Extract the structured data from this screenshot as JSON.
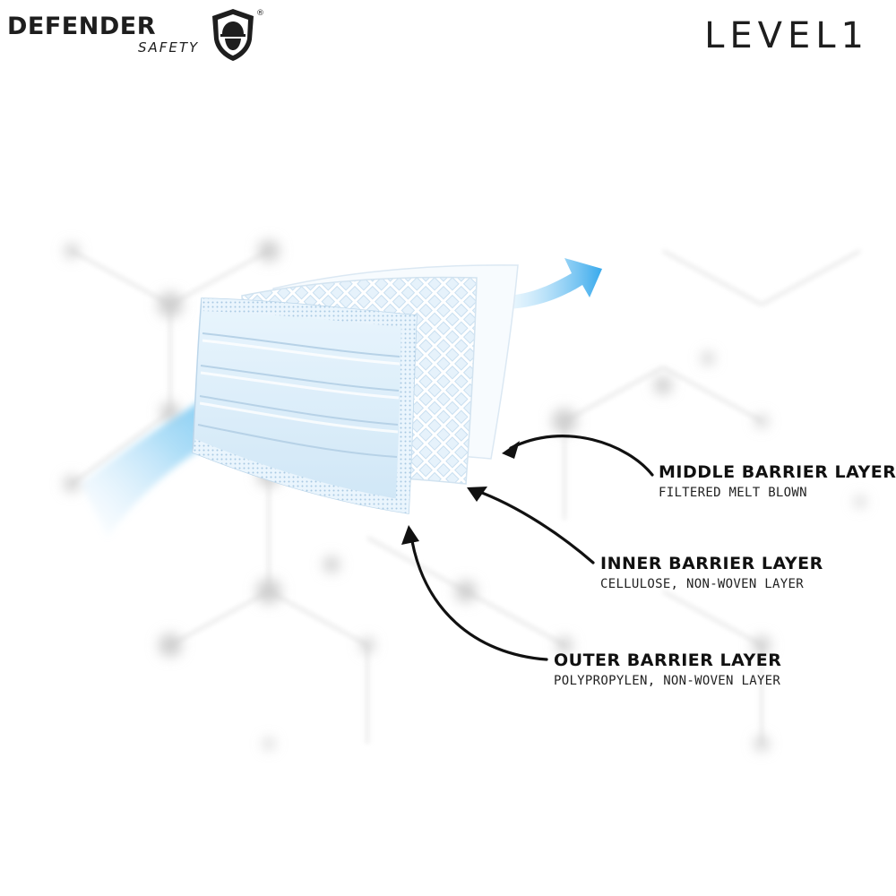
{
  "brand": {
    "name": "DEFENDER",
    "sub": "SAFETY",
    "reg": "®",
    "level": "LEVEL1"
  },
  "layers": [
    {
      "title": "MIDDLE BARRIER LAYER",
      "subtitle": "FILTERED MELT BLOWN"
    },
    {
      "title": "INNER BARRIER LAYER",
      "subtitle": "CELLULOSE, NON-WOVEN LAYER"
    },
    {
      "title": "OUTER BARRIER LAYER",
      "subtitle": "POLYPROPYLEN, NON-WOVEN LAYER"
    }
  ],
  "colors": {
    "text": "#1e1e1e",
    "mask_blue": "#dbeefa",
    "arrow_blue": "#4db6ee"
  }
}
